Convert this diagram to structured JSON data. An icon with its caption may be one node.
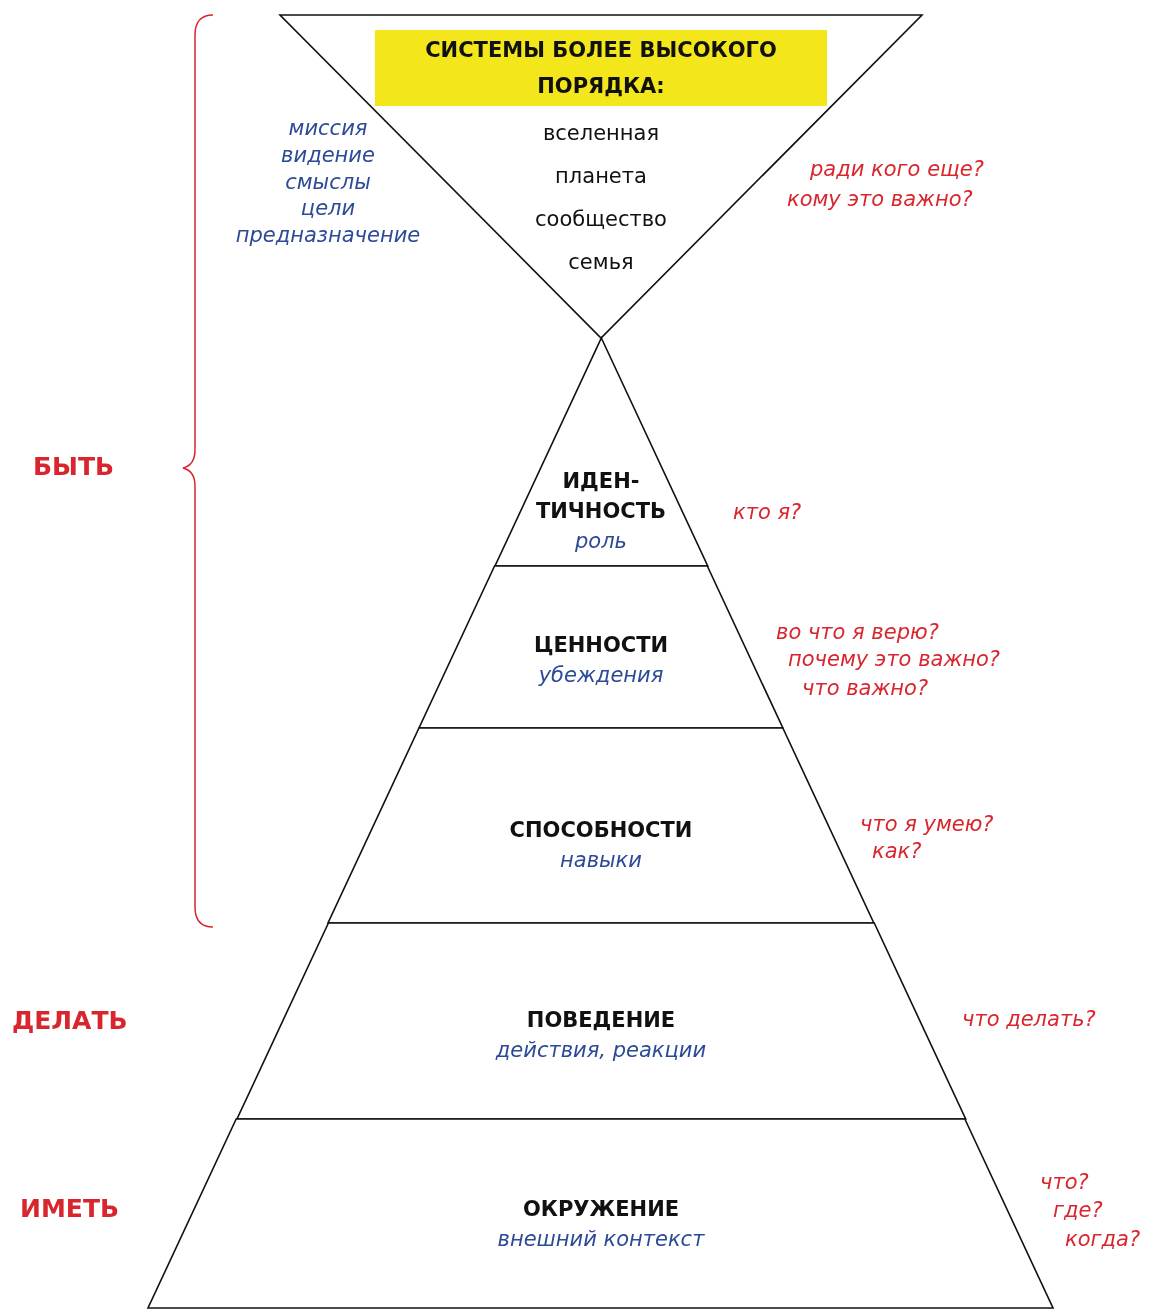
{
  "diagram": {
    "nodes": [
      {
        "text": [
          "СИСТЕМЫ БОЛЕЕ ВЫСОКОГО ПОРЯДКА:",
          "вселенная",
          "планета",
          "сообщество",
          "семья"
        ],
        "beside": [
          "миссия",
          "видение",
          "смыслы",
          "цели",
          "предназначение",
          "ради кого еще?",
          "кому это важно?"
        ]
      },
      {
        "text": [
          "ИДЕН-ТИЧНОСТЬ",
          "роль"
        ],
        "beside": [
          "кто я?"
        ]
      },
      {
        "text": [
          "ЦЕННОСТИ",
          "убеждения"
        ],
        "beside": [
          "во что я верю?",
          "почему это важно?",
          "что важно?"
        ]
      },
      {
        "text": [
          "СПОСОБНОСТИ",
          "навыки"
        ],
        "beside": [
          "что я умею?",
          "как?"
        ]
      },
      {
        "text": [
          "ПОВЕДЕНИЕ",
          "действия, реакции"
        ],
        "beside": [
          "что делать?"
        ]
      },
      {
        "text": [
          "ОКРУЖЕНИЕ",
          "внешний контекст"
        ],
        "beside": [
          "что?",
          "где?",
          "когда?"
        ]
      }
    ],
    "labels": [
      "БЫТЬ",
      "ДЕЛАТЬ",
      "ИМЕТЬ"
    ]
  }
}
